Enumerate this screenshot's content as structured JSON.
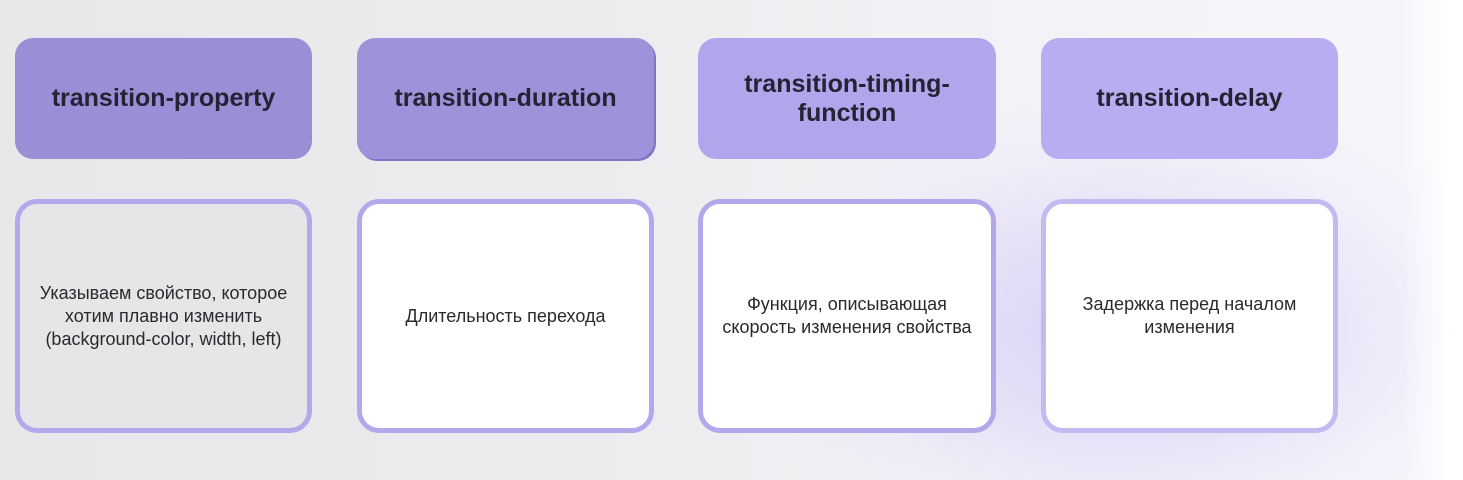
{
  "columns": [
    {
      "header": "transition-property",
      "description": "Указываем свойство, которое хотим плавно изменить (background-color, width, left)"
    },
    {
      "header": "transition-duration",
      "description": "Длительность перехода"
    },
    {
      "header": "transition-timing-function",
      "description": "Функция, описывающая скорость изменения свойства"
    },
    {
      "header": "transition-delay",
      "description": "Задержка перед началом изменения"
    }
  ]
}
